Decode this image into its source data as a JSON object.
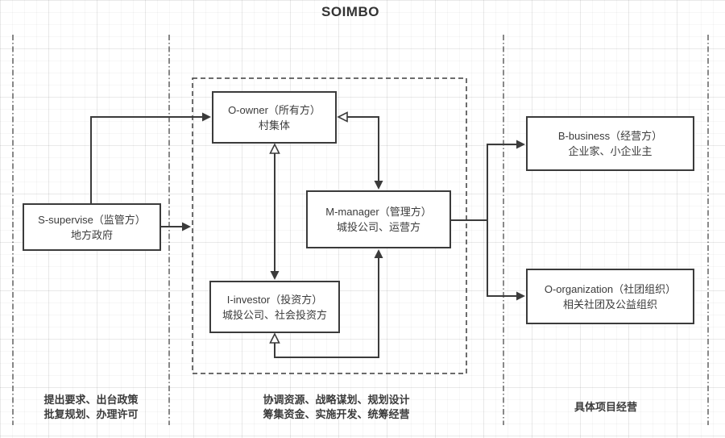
{
  "title": "SOIMBO",
  "nodes": {
    "supervise": {
      "line1": "S-supervise（监管方）",
      "line2": "地方政府"
    },
    "owner": {
      "line1": "O-owner（所有方）",
      "line2": "村集体"
    },
    "manager": {
      "line1": "M-manager（管理方）",
      "line2": "城投公司、运营方"
    },
    "investor": {
      "line1": "I-investor（投资方）",
      "line2": "城投公司、社会投资方"
    },
    "business": {
      "line1": "B-business（经营方）",
      "line2": "企业家、小企业主"
    },
    "organization": {
      "line1": "O-organization（社团组织）",
      "line2": "相关社团及公益组织"
    }
  },
  "lane_labels": {
    "left": {
      "line1": "提出要求、出台政策",
      "line2": "批复规划、办理许可"
    },
    "middle": {
      "line1": "协调资源、战略谋划、规划设计",
      "line2": "筹集资金、实施开发、统筹经营"
    },
    "right": {
      "line1": "具体项目经营"
    }
  },
  "colors": {
    "line": "#3b3b3b",
    "text": "#333333",
    "grid": "#ebebeb",
    "background": "#ffffff"
  }
}
